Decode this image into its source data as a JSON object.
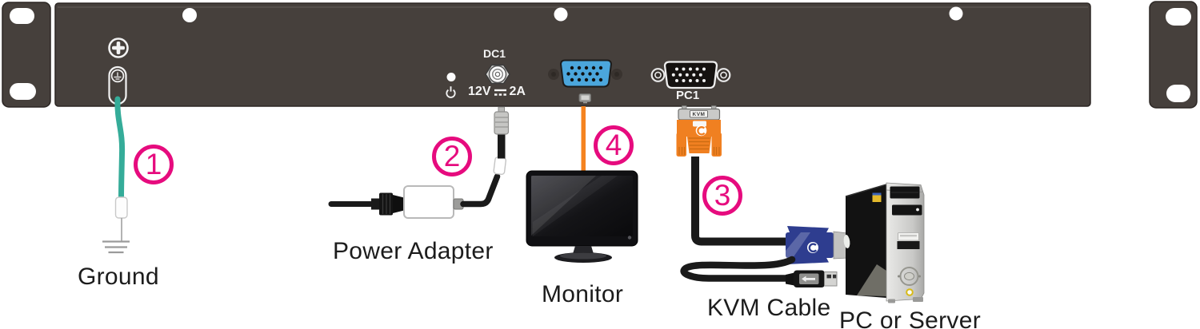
{
  "panel": {
    "dc_port_label": "DC1",
    "dc_rating": {
      "voltage": "12V",
      "current": "2A"
    },
    "pc_port_label": "PC1"
  },
  "callouts": [
    {
      "number": "1",
      "target": "Ground"
    },
    {
      "number": "2",
      "target": "Power Adapter"
    },
    {
      "number": "3",
      "target": "KVM Cable"
    },
    {
      "number": "4",
      "target": "Monitor"
    }
  ],
  "labels": {
    "ground": "Ground",
    "power_adapter": "Power Adapter",
    "monitor": "Monitor",
    "kvm_cable": "KVM Cable",
    "pc_or_server": "PC or Server",
    "kvm_connector_tag": "KVM"
  },
  "colors": {
    "panel_dark": "#46403C",
    "accent_magenta": "#E60B7E",
    "cable_orange": "#F5831F",
    "connector_orange": "#F08021",
    "ground_green": "#35AC99",
    "vga_port_blue": "#4BA6DC",
    "kvm_plug_navy": "#2E3D8F"
  }
}
